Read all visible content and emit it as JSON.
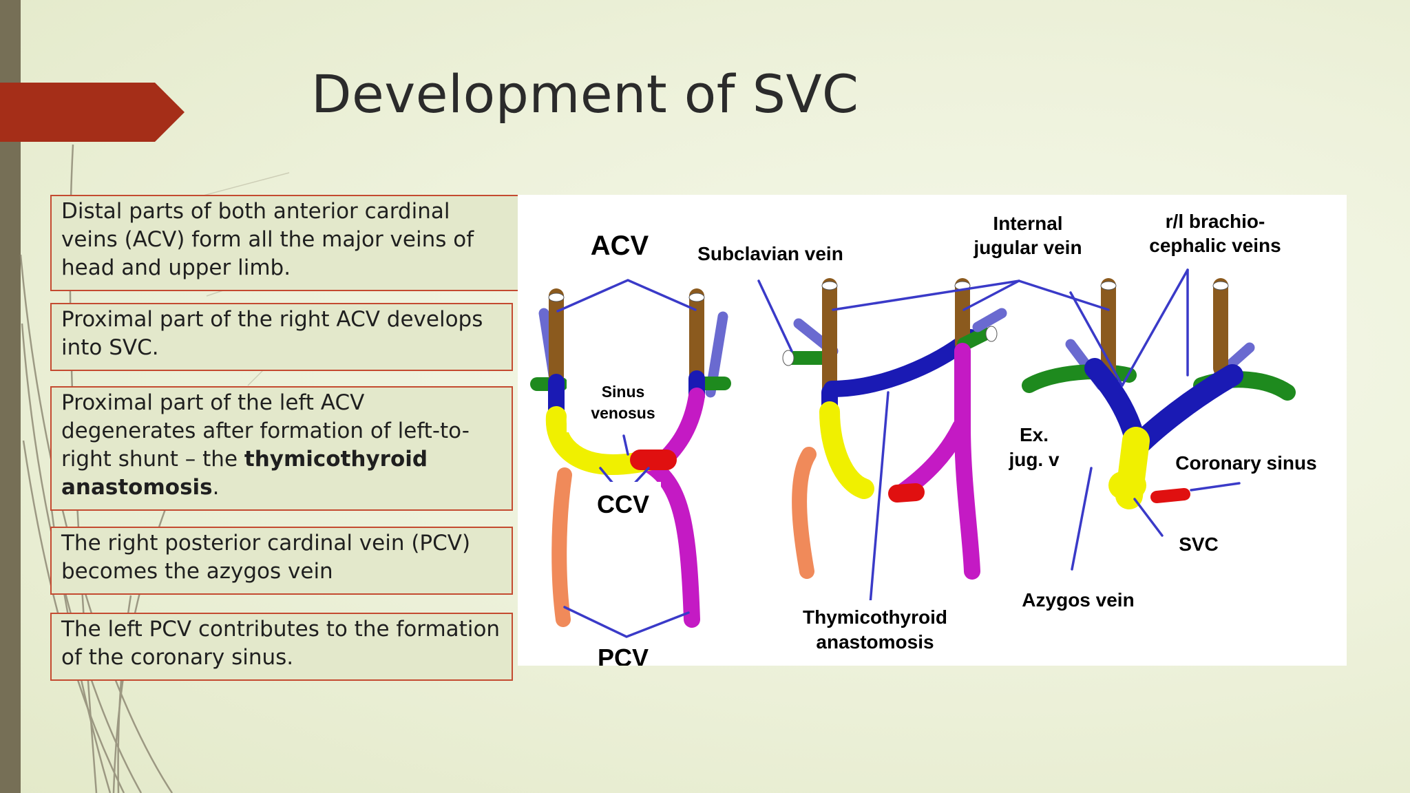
{
  "slide": {
    "title": "Development of SVC",
    "colors": {
      "accent": "#a52e18",
      "sidebar": "#766f56",
      "box_border": "#c44a30",
      "box_fill": "#e3e8cb"
    }
  },
  "text_boxes": {
    "box1": "Distal parts of both anterior cardinal veins (ACV) form all the major veins of head and upper limb.",
    "box2": "Proximal part of the right ACV develops into SVC.",
    "box3_pre": "Proximal part of the left ACV degenerates after formation of left-to-right shunt – the ",
    "box3_bold": "thymicothyroid anastomosis",
    "box3_post": ".",
    "box4": "The right posterior cardinal vein  (PCV) becomes the azygos vein",
    "box5": "The left PCV contributes to the formation of the coronary sinus."
  },
  "diagram": {
    "labels": {
      "acv": "ACV",
      "sinus_venosus_1": "Sinus",
      "sinus_venosus_2": "venosus",
      "ccv": "CCV",
      "pcv": "PCV",
      "subclavian": "Subclavian vein",
      "internal_jugular_1": "Internal",
      "internal_jugular_2": "jugular vein",
      "brachiocephalic_1": "r/l brachio-",
      "brachiocephalic_2": "cephalic veins",
      "ex_jug_1": "Ex.",
      "ex_jug_2": "jug. v",
      "coronary_sinus": "Coronary sinus",
      "svc": "SVC",
      "azygos": "Azygos vein",
      "thymicothyroid_1": "Thymicothyroid",
      "thymicothyroid_2": "anastomosis"
    },
    "vessel_colors": {
      "acv_distal": "#8b5a1e",
      "subclavian": "#6a6ad0",
      "anastomosis": "#1a1ab4",
      "external_jugular": "#1e8a1e",
      "sinus_venosus": "#f0f000",
      "right_pcv": "#f08a5a",
      "left_pcv": "#c41ac4",
      "coronary": "#e01010",
      "pointer": "#3a3ac8"
    }
  }
}
